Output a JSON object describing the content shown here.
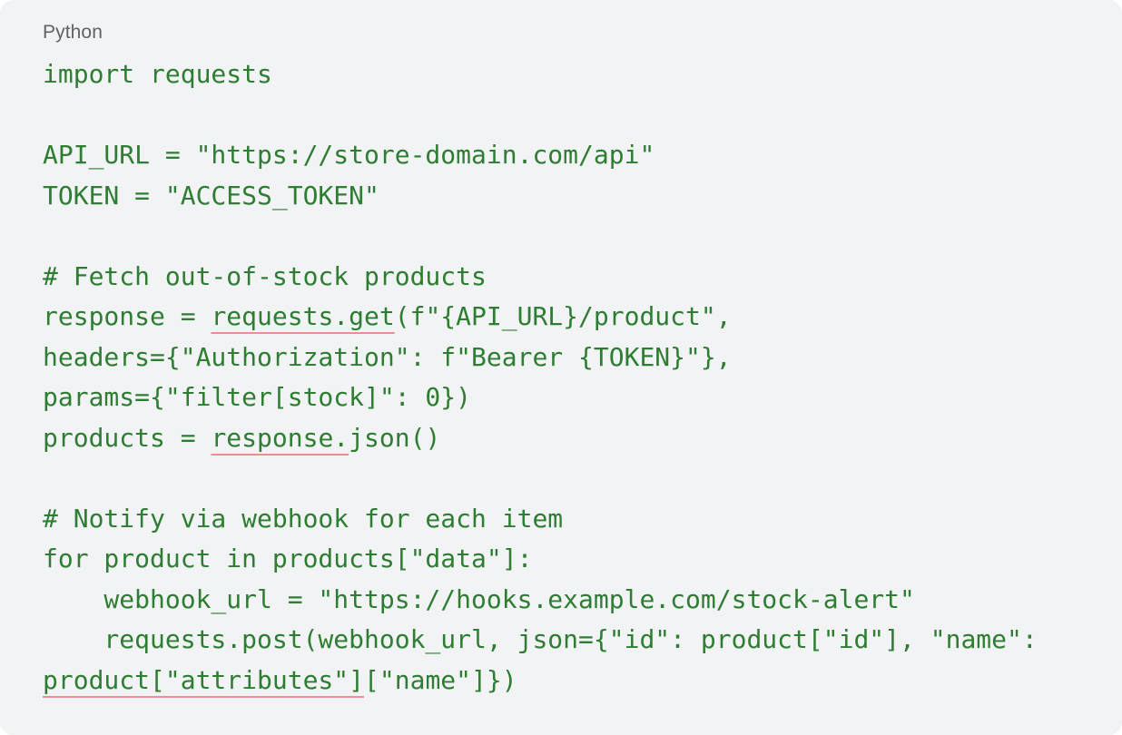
{
  "code_block": {
    "language": "Python",
    "lines": [
      [
        {
          "text": "import requests"
        }
      ],
      [
        {
          "text": ""
        }
      ],
      [
        {
          "text": "API_URL = \"https://store-domain.com/api\""
        }
      ],
      [
        {
          "text": "TOKEN = \"ACCESS_TOKEN\""
        }
      ],
      [
        {
          "text": ""
        }
      ],
      [
        {
          "text": "# Fetch out-of-stock products"
        }
      ],
      [
        {
          "text": "response = "
        },
        {
          "text": "requests.get",
          "squiggle": true
        },
        {
          "text": "(f\"{API_URL}/product\","
        }
      ],
      [
        {
          "text": "headers={\"Authorization\": f\"Bearer {TOKEN}\"},"
        }
      ],
      [
        {
          "text": "params={\"filter[stock]\": 0})"
        }
      ],
      [
        {
          "text": "products = "
        },
        {
          "text": "response.",
          "squiggle": true
        },
        {
          "text": "json()"
        }
      ],
      [
        {
          "text": ""
        }
      ],
      [
        {
          "text": "# Notify via webhook for each item"
        }
      ],
      [
        {
          "text": "for product in products[\"data\"]:"
        }
      ],
      [
        {
          "text": "    webhook_url = \"https://hooks.example.com/stock-alert\""
        }
      ],
      [
        {
          "text": "    requests.post(webhook_url, json={\"id\": product[\"id\"], \"name\":"
        }
      ],
      [
        {
          "text": "product[\"attributes\"]",
          "squiggle": true
        },
        {
          "text": "[\"name\"]})"
        }
      ]
    ]
  },
  "colors": {
    "background": "#f1f3f4",
    "code_text": "#2e7d32",
    "label_text": "#5f6368",
    "spellcheck_underline": "#f28b96"
  }
}
